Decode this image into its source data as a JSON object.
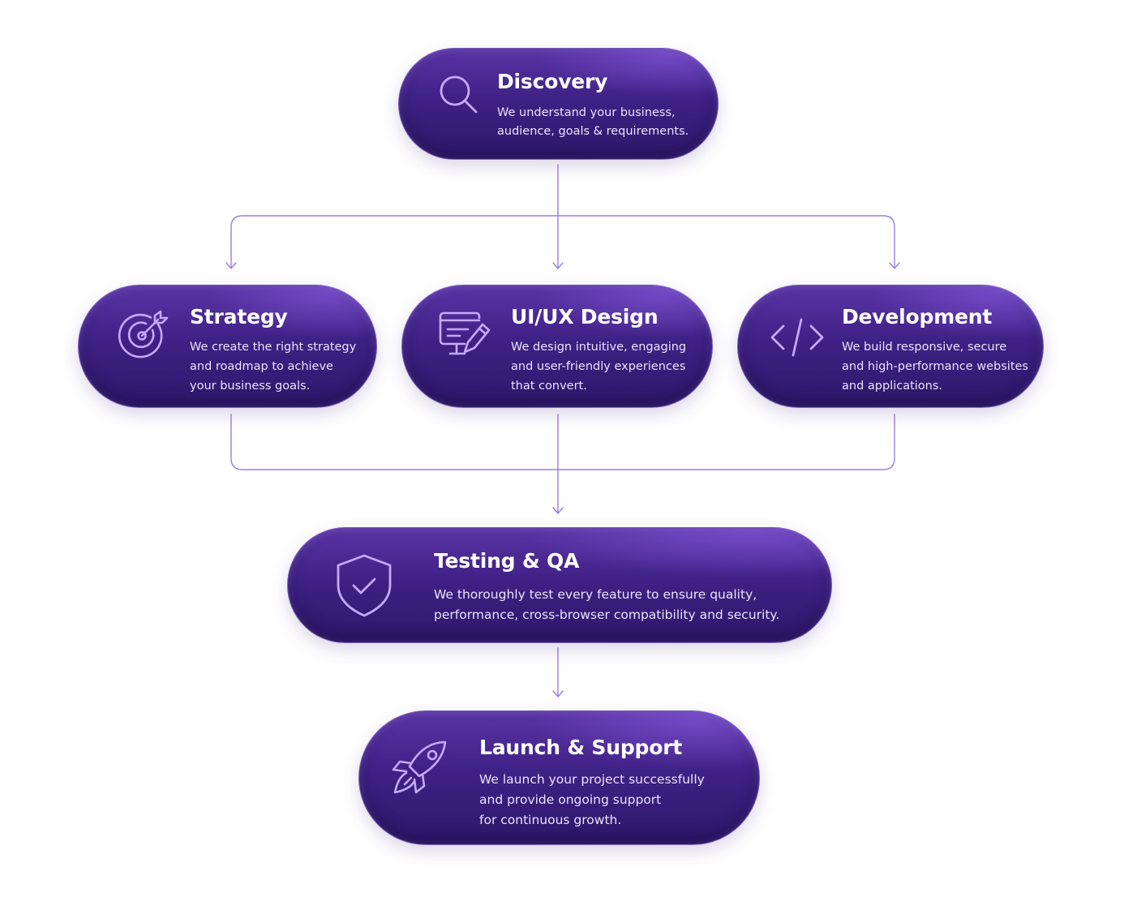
{
  "steps": {
    "discovery": {
      "title": "Discovery",
      "description": "We understand your business,\naudience, goals & requirements.",
      "icon": "search-icon"
    },
    "strategy": {
      "title": "Strategy",
      "description": "We create the right strategy\nand roadmap to achieve\nyour business goals.",
      "icon": "target-icon"
    },
    "uiux": {
      "title": "UI/UX Design",
      "description": "We design intuitive, engaging\nand user-friendly experiences\nthat convert.",
      "icon": "monitor-pen-icon"
    },
    "development": {
      "title": "Development",
      "description": "We build responsive, secure\nand high-performance websites\nand applications.",
      "icon": "code-icon"
    },
    "testing": {
      "title": "Testing & QA",
      "description": "We thoroughly test every feature to ensure quality,\nperformance, cross-browser compatibility and security.",
      "icon": "shield-check-icon"
    },
    "launch": {
      "title": "Launch & Support",
      "description": "We launch your project successfully\nand provide ongoing support\nfor continuous growth.",
      "icon": "rocket-icon"
    }
  },
  "colors": {
    "pill_top": "#5a34a6",
    "pill_bottom": "#2d1769",
    "pill_border": "#a88af0",
    "icon_stroke": "#c7a9ff",
    "connector": "#9b7fe0",
    "title_text": "#ffffff",
    "description_text": "#e9e2fb"
  }
}
